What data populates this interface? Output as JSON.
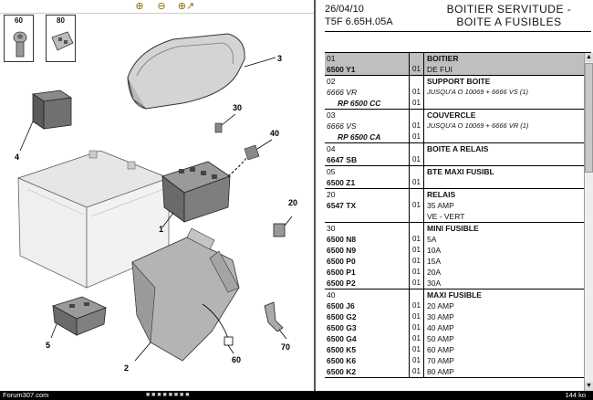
{
  "toolbar": {
    "zoom_in_icon": "zoom-in-icon",
    "zoom_out_icon": "zoom-out-icon",
    "zoom_area_icon": "zoom-area-icon"
  },
  "thumbnails": [
    {
      "number": "60"
    },
    {
      "number": "80"
    }
  ],
  "callouts": [
    "1",
    "2",
    "3",
    "4",
    "5",
    "20",
    "30",
    "40",
    "60",
    "70"
  ],
  "header": {
    "date": "26/04/10",
    "ref": "T5F 6.65H.05A",
    "title_line1": "BOITIER SERVITUDE -",
    "title_line2": "BOITE A FUSIBLES"
  },
  "groups": [
    {
      "selected": true,
      "rows": [
        {
          "code": "01",
          "qty": "",
          "desc": "BOITIER",
          "code_style": "plain",
          "desc_style": "bold"
        },
        {
          "code": "6500 Y1",
          "qty": "01",
          "desc": "DE FUI",
          "code_style": "bold",
          "desc_style": "plain"
        }
      ]
    },
    {
      "selected": false,
      "rows": [
        {
          "code": "02",
          "qty": "",
          "desc": "SUPPORT BOITE",
          "code_style": "plain",
          "desc_style": "bold"
        },
        {
          "code": "6666 VR",
          "qty": "01",
          "desc": "JUSQU'A O 10069 + 6666 VS (1)",
          "code_style": "it",
          "desc_style": "it"
        },
        {
          "code": "RP 6500 CC",
          "qty": "01",
          "desc": "",
          "code_style": "rp",
          "desc_style": "plain"
        }
      ]
    },
    {
      "selected": false,
      "rows": [
        {
          "code": "03",
          "qty": "",
          "desc": "COUVERCLE",
          "code_style": "plain",
          "desc_style": "bold"
        },
        {
          "code": "6666 VS",
          "qty": "01",
          "desc": "JUSQU'A O 10069 + 6666 VR (1)",
          "code_style": "it",
          "desc_style": "it"
        },
        {
          "code": "RP 6500 CA",
          "qty": "01",
          "desc": "",
          "code_style": "rp",
          "desc_style": "plain"
        }
      ]
    },
    {
      "selected": false,
      "rows": [
        {
          "code": "04",
          "qty": "",
          "desc": "BOITE A RELAIS",
          "code_style": "plain",
          "desc_style": "bold"
        },
        {
          "code": "6647 SB",
          "qty": "01",
          "desc": "",
          "code_style": "bold",
          "desc_style": "plain"
        }
      ]
    },
    {
      "selected": false,
      "rows": [
        {
          "code": "05",
          "qty": "",
          "desc": "BTE MAXI FUSIBL",
          "code_style": "plain",
          "desc_style": "bold"
        },
        {
          "code": "6500 Z1",
          "qty": "01",
          "desc": "",
          "code_style": "bold",
          "desc_style": "plain"
        }
      ]
    },
    {
      "selected": false,
      "rows": [
        {
          "code": "20",
          "qty": "",
          "desc": "RELAIS",
          "code_style": "plain",
          "desc_style": "bold"
        },
        {
          "code": "6547 TX",
          "qty": "01",
          "desc": "35 AMP",
          "code_style": "bold",
          "desc_style": "plain"
        },
        {
          "code": "",
          "qty": "",
          "desc": "VE - VERT",
          "code_style": "bold",
          "desc_style": "plain"
        }
      ]
    },
    {
      "selected": false,
      "rows": [
        {
          "code": "30",
          "qty": "",
          "desc": "MINI FUSIBLE",
          "code_style": "plain",
          "desc_style": "bold"
        },
        {
          "code": "6500 N8",
          "qty": "01",
          "desc": "5A",
          "code_style": "bold",
          "desc_style": "plain"
        },
        {
          "code": "6500 N9",
          "qty": "01",
          "desc": "10A",
          "code_style": "bold",
          "desc_style": "plain"
        },
        {
          "code": "6500 P0",
          "qty": "01",
          "desc": "15A",
          "code_style": "bold",
          "desc_style": "plain"
        },
        {
          "code": "6500 P1",
          "qty": "01",
          "desc": "20A",
          "code_style": "bold",
          "desc_style": "plain"
        },
        {
          "code": "6500 P2",
          "qty": "01",
          "desc": "30A",
          "code_style": "bold",
          "desc_style": "plain"
        }
      ]
    },
    {
      "selected": false,
      "rows": [
        {
          "code": "40",
          "qty": "",
          "desc": "MAXI FUSIBLE",
          "code_style": "plain",
          "desc_style": "bold"
        },
        {
          "code": "6500 J6",
          "qty": "01",
          "desc": "20 AMP",
          "code_style": "bold",
          "desc_style": "plain"
        },
        {
          "code": "6500 G2",
          "qty": "01",
          "desc": "30 AMP",
          "code_style": "bold",
          "desc_style": "plain"
        },
        {
          "code": "6500 G3",
          "qty": "01",
          "desc": "40 AMP",
          "code_style": "bold",
          "desc_style": "plain"
        },
        {
          "code": "6500 G4",
          "qty": "01",
          "desc": "50 AMP",
          "code_style": "bold",
          "desc_style": "plain"
        },
        {
          "code": "6500 K5",
          "qty": "01",
          "desc": "60 AMP",
          "code_style": "bold",
          "desc_style": "plain"
        },
        {
          "code": "6500 K6",
          "qty": "01",
          "desc": "70 AMP",
          "code_style": "bold",
          "desc_style": "plain"
        },
        {
          "code": "6500 K2",
          "qty": "01",
          "desc": "80 AMP",
          "code_style": "bold",
          "desc_style": "plain"
        }
      ]
    }
  ],
  "status": {
    "left": "Forum307.com",
    "size": "144 ko"
  }
}
